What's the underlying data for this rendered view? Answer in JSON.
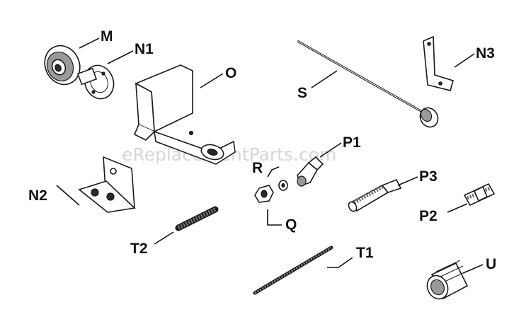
{
  "watermark": "eReplacementParts.com",
  "labels": {
    "M": "M",
    "N1": "N1",
    "O": "O",
    "S": "S",
    "N3": "N3",
    "R": "R",
    "P1": "P1",
    "P3": "P3",
    "N2": "N2",
    "Q": "Q",
    "P2": "P2",
    "T2": "T2",
    "T1": "T1",
    "U": "U"
  }
}
